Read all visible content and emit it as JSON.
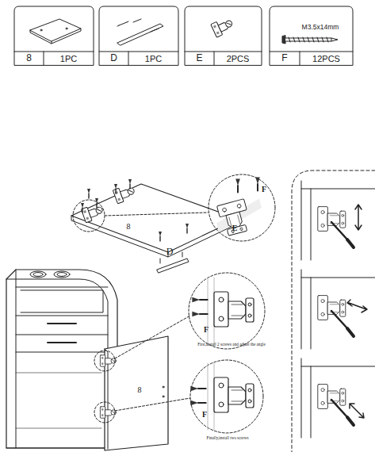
{
  "diagram": {
    "labels": [
      "8",
      "1PC",
      "D",
      "1PC",
      "E",
      "2PCS",
      "F",
      "12PCS",
      "M3.5x14mm",
      "8",
      "D",
      "F",
      "E",
      "F",
      "First,install 2 screws and adjust the angle",
      "8",
      "F",
      "Finally,install two screws"
    ]
  }
}
